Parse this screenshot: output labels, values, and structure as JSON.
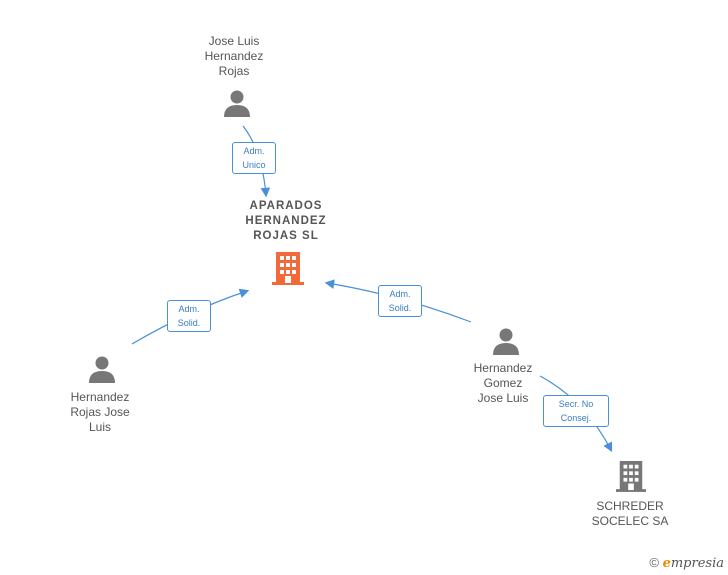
{
  "nodes": {
    "person_top": {
      "label": "Jose Luis\nHernandez\nRojas",
      "icon": "person-icon"
    },
    "company_main": {
      "label": "APARADOS\nHERNANDEZ\nROJAS SL",
      "icon": "building-icon",
      "color": "#f26a3a"
    },
    "person_left": {
      "label": "Hernandez\nRojas Jose\nLuis",
      "icon": "person-icon"
    },
    "person_right": {
      "label": "Hernandez\nGomez\nJose Luis",
      "icon": "person-icon"
    },
    "company_schreder": {
      "label": "SCHREDER\nSOCELEC SA",
      "icon": "building-icon",
      "color": "#777777"
    }
  },
  "edges": {
    "top_to_main": {
      "label": "Adm.\nUnico"
    },
    "left_to_main": {
      "label": "Adm.\nSolid."
    },
    "right_to_main": {
      "label": "Adm.\nSolid."
    },
    "right_to_schreder": {
      "label": "Secr. No\nConsej."
    }
  },
  "footer": {
    "copyright": "©",
    "brand_e": "e",
    "brand_rest": "mpresia"
  },
  "colors": {
    "edge": "#4a90d9",
    "person": "#777777"
  }
}
